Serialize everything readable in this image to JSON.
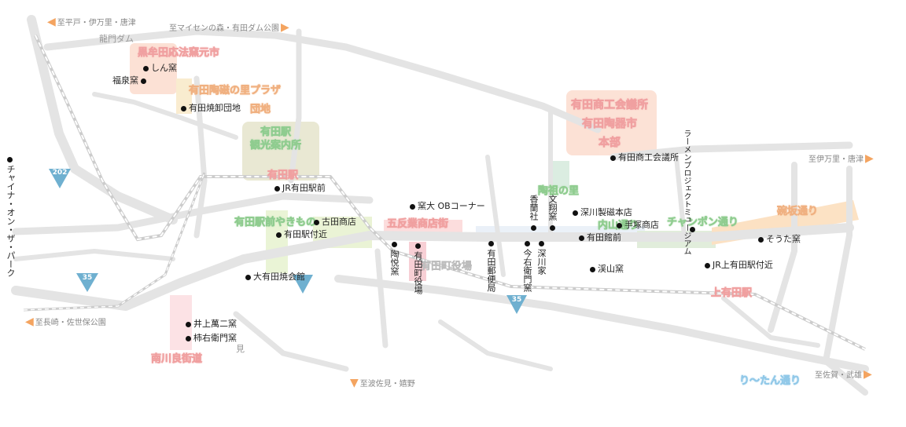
{
  "directions": {
    "hirado": "至平戸・伊万里・唐津",
    "mycen": "至マイセンの森・有田ダム公園",
    "imari": "至伊万里・唐津",
    "nagasaki": "至長崎・佐世保公園",
    "hasami": "至波佐見・嬉野",
    "saga": "至佐賀・武雄"
  },
  "areas": {
    "kurokami": "黒牟田応法窯元市",
    "plaza": "有田陶磁の里プラザ",
    "danchi": "団地",
    "kanko": "有田駅\n観光案内所",
    "station": "有田駅",
    "ekimae": "有田駅前やきもの",
    "gogo": "五反業商店街",
    "machiyaku": "有田町役場",
    "shokokai": "有田商工会議所\n有田陶器市\n本部",
    "tojin": "陶祖の里",
    "uchiyama": "内山通り",
    "champon": "チャンポン通り",
    "hogen": "碗坂通り",
    "kamiarita": "上有田駅",
    "nanakawara": "南川良街道",
    "utan": "り〜たん通り"
  },
  "places": {
    "ryumon": "龍門ダム",
    "shingama": "しん窯",
    "fukusen": "福泉窯",
    "gyoseki": "有田焼卸団地",
    "jr_arita": "JR有田駅前",
    "furuta": "古田商店",
    "ekitsukin": "有田駅付近",
    "okawa": "大有田焼会館",
    "inoue": "井上萬二窯",
    "kakiemon": "柿右衛門窯",
    "mi": "見",
    "china": "チャイナ・オン・ザ・パーク",
    "kudai": "窯大 OBコーナー",
    "toetsu": "陶悦窯",
    "yakuba": "有田町役場",
    "yubin": "有田郵便局",
    "imaemon": "今右衛門窯",
    "kousha": "香蘭社",
    "bunsho": "文翔窯",
    "fukagawa": "深川家",
    "seiji": "深川製磁本店",
    "tezuka": "手塚商店",
    "aritakan": "有田館前",
    "keizan": "渓山窯",
    "shokokaigisho": "有田商工会議所",
    "ramen": "ラーメンプロジェクトミュージアム",
    "souta": "そうた窯",
    "jr_kami": "JR上有田駅付近"
  },
  "routes": {
    "r202": "202",
    "r35a": "35",
    "r35b": "35"
  },
  "colors": {
    "road": "#e4e4e4",
    "rail": "#c8c8c8",
    "arrow": "#f4a460",
    "pink": "#f7c6c6",
    "green": "#d9ecd0",
    "orange": "#fbd8b8"
  }
}
